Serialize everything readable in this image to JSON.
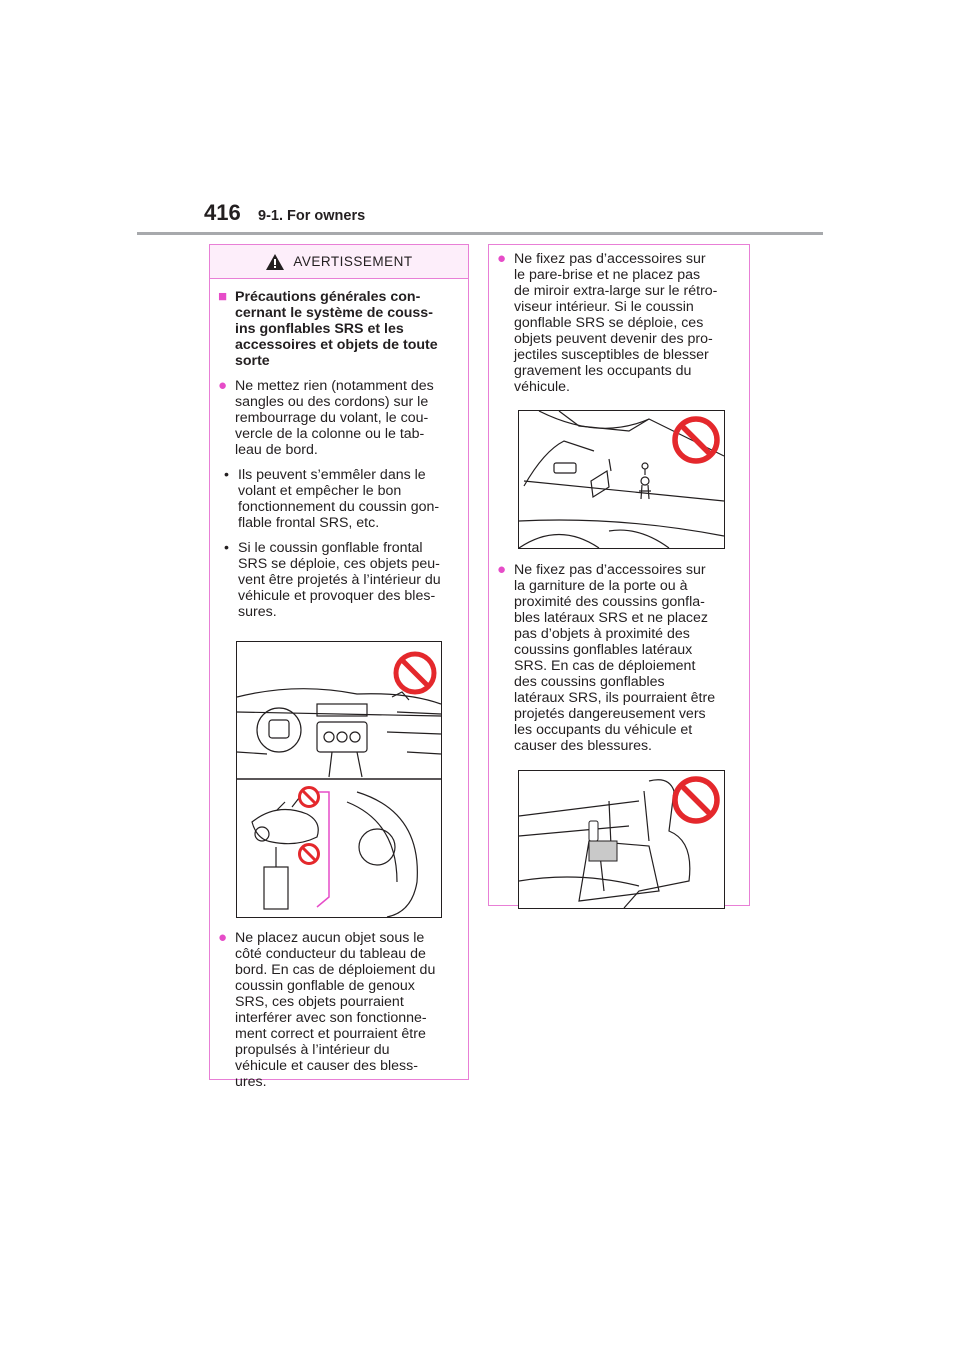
{
  "header": {
    "page_number": "416",
    "section": "9-1. For owners"
  },
  "warning": {
    "title": "AVERTISSEMENT",
    "heading": "Précautions générales concernant le système de coussins gonflables SRS et les accessoires et objets de toute sorte",
    "heading_lines": [
      "Précautions générales con-",
      "cernant le système de couss-",
      "ins gonflables SRS et les",
      "accessoires et objets de toute",
      "sorte"
    ],
    "item1_lines": [
      "Ne mettez rien (notamment des",
      "sangles ou des cordons) sur le",
      "rembourrage du volant, le cou-",
      "vercle de la colonne ou le tab-",
      "leau de bord."
    ],
    "bullet1_lines": [
      "Ils peuvent s’emmêler dans le",
      "volant et empêcher le bon",
      "fonctionnement du coussin gon-",
      "flable frontal SRS, etc."
    ],
    "bullet2_lines": [
      "Si le coussin gonflable frontal",
      "SRS se déploie, ces objets peu-",
      "vent être projetés à l’intérieur du",
      "véhicule et provoquer des bles-",
      "sures."
    ],
    "item2_lines": [
      "Ne placez aucun objet sous le",
      "côté conducteur du tableau de",
      "bord. En cas de déploiement du",
      "coussin gonflable de genoux",
      "SRS, ces objets pourraient",
      "interférer avec son fonctionne-",
      "ment correct et pourraient être",
      "propulsés à l’intérieur du",
      "véhicule et causer des bless-",
      "ures."
    ],
    "item3_lines": [
      "Ne fixez pas d’accessoires sur",
      "le pare-brise et ne placez pas",
      "de miroir extra-large sur le rétro-",
      "viseur intérieur. Si le coussin",
      "gonflable SRS se déploie, ces",
      "objets peuvent devenir des pro-",
      "jectiles susceptibles de blesser",
      "gravement les occupants du",
      "véhicule."
    ],
    "item4_lines": [
      "Ne fixez pas d’accessoires sur",
      "la garniture de la porte ou à",
      "proximité des coussins gonfla-",
      "bles latéraux SRS et ne placez",
      "pas d’objets à proximité des",
      "coussins gonflables latéraux",
      "SRS. En cas de déploiement",
      "des coussins gonflables",
      "latéraux SRS, ils pourraient être",
      "projetés dangereusement vers",
      "les occupants du véhicule et",
      "causer des blessures."
    ]
  },
  "icons": {
    "warning": "warning-triangle-icon",
    "prohibited": "prohibition-sign-icon"
  },
  "colors": {
    "accent": "#e64cc8",
    "box_border": "#e87fd6",
    "header_bg": "#fdeefa",
    "prohibition": "#e4282c"
  }
}
